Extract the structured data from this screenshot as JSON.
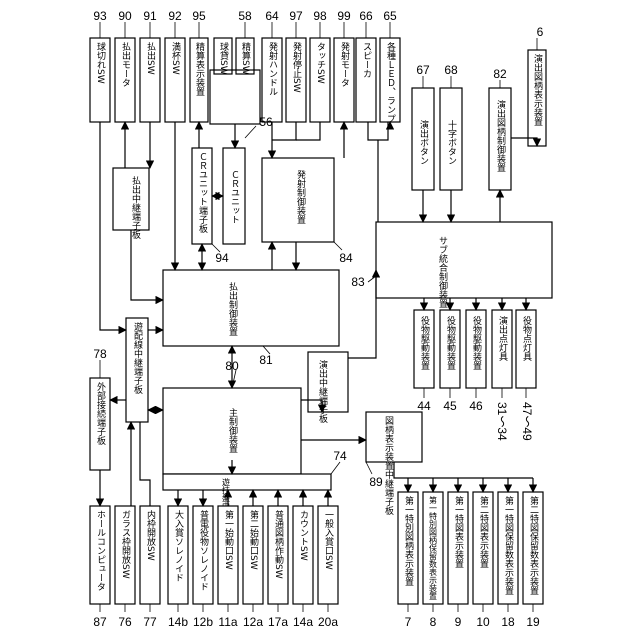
{
  "components": {
    "sw_93": "球切れSW",
    "motor_90": "払出モータ",
    "sw_91": "払出SW",
    "sw_92": "満杯SW",
    "display_95": "精算表示装置",
    "sw_ball": "球貸SW",
    "sw_seisan": "精算SW",
    "handle_64": "発射ハンドル",
    "sw_97": "発射停止SW",
    "sw_98": "タッチSW",
    "motor_99": "発射モータ",
    "speaker_66": "スピーカ",
    "led_65": "各種ＬＥＤ、ランプ",
    "display_6": "演出図柄表示装置",
    "relay_payout": "払出中継端子板",
    "cr_terminal": "ＣＲユニット端子板",
    "cr_unit": "ＣＲユニット",
    "fire_ctrl": "発射制御装置",
    "button_67": "演出ボタン",
    "button_68": "十字ボタン",
    "effect_ctrl_82": "演出図柄制御装置",
    "sub_ctrl": "サブ統合制御装置",
    "payout_ctrl": "払出制御装置",
    "wiring_relay": "遊配線中継端子板",
    "external_terminal": "外部接続端子板",
    "effect_relay": "演出中継端子板",
    "yaku_44": "役物駆動装置",
    "yaku_45": "役物駆動装置",
    "yaku_46": "役物駆動装置",
    "lamp_31": "演出点灯具",
    "lamp_47": "役物点灯具",
    "main_ctrl": "主制御装置",
    "pattern_relay": "図柄表示装置中継端子板",
    "sensor_relay": "遊技盤中継端子板",
    "hall_computer": "ホールコンピュータ",
    "sw_76": "ガラス枠開放SW",
    "sw_77": "内枠開放SW",
    "sol_14b": "大入賞ソレノイド",
    "sol_12b": "普電役物ソレノイド",
    "sw_11a": "第一始動口SW",
    "sw_12a": "第二始動口SW",
    "sw_17a": "普通図柄作動SW",
    "sw_14a": "カウントSW",
    "sw_20a": "一般入賞口SW",
    "disp_7": "第一特別図柄表示装置",
    "disp_8": "第一特別図柄保留数表示装置",
    "disp_9": "第一特図表示装置",
    "disp_10": "第二特図表示装置",
    "disp_18": "第一特図保留数表示装置",
    "disp_19": "第二特図保留数表示装置"
  },
  "refs": {
    "r93": "93",
    "r90": "90",
    "r91": "91",
    "r92": "92",
    "r95": "95",
    "r58": "58",
    "r64": "64",
    "r97": "97",
    "r98": "98",
    "r99": "99",
    "r66": "66",
    "r65": "65",
    "r6": "6",
    "r56": "56",
    "r67": "67",
    "r68": "68",
    "r82": "82",
    "r94": "94",
    "r84": "84",
    "r83": "83",
    "r81": "81",
    "r80": "80",
    "r78": "78",
    "r74": "74",
    "r89": "89",
    "r44": "44",
    "r45": "45",
    "r46": "46",
    "r31": "31〜34",
    "r47": "47〜49",
    "r87": "87",
    "r76": "76",
    "r77": "77",
    "r14b": "14b",
    "r12b": "12b",
    "r11a": "11a",
    "r12a": "12a",
    "r17a": "17a",
    "r14a": "14a",
    "r20a": "20a",
    "r7": "7",
    "r8": "8",
    "r9": "9",
    "r10": "10",
    "r18": "18",
    "r19": "19"
  }
}
